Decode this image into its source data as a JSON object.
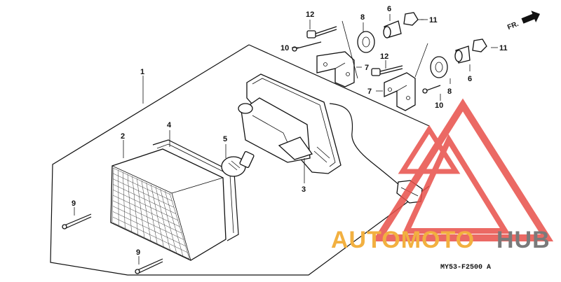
{
  "callouts": {
    "c1": "1",
    "c2": "2",
    "c3": "3",
    "c4": "4",
    "c5": "5",
    "c6a": "6",
    "c6b": "6",
    "c7a": "7",
    "c7b": "7",
    "c8a": "8",
    "c8b": "8",
    "c9a": "9",
    "c9b": "9",
    "c10a": "10",
    "c10b": "10",
    "c11a": "11",
    "c11b": "11",
    "c12a": "12",
    "c12b": "12"
  },
  "direction_label": "FR.",
  "diagram_code": "MY53-F2500 A",
  "watermark": {
    "text_orange": "AUTOMOTO",
    "text_gray": "HUB",
    "color_orange": "#f2b040",
    "color_gray": "#7a7a7a",
    "color_red": "#e8504a"
  }
}
